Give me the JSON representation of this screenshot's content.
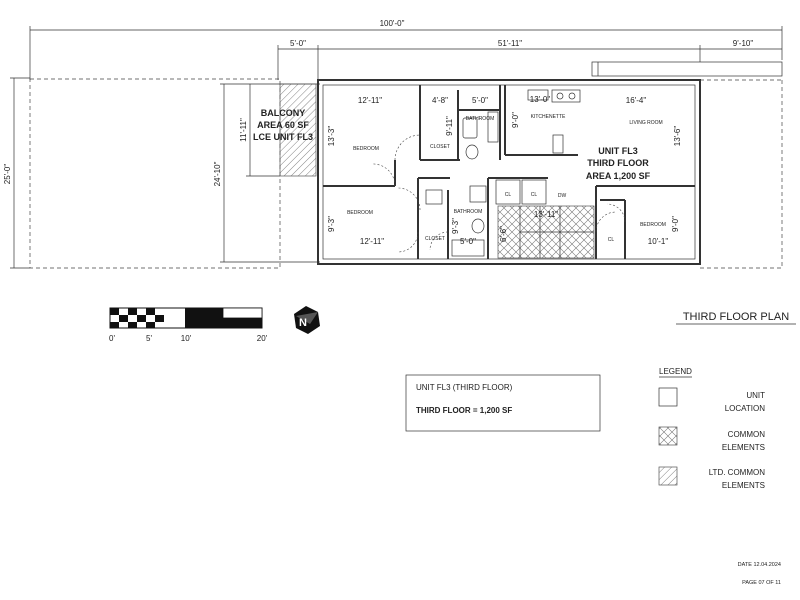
{
  "overall_dims": {
    "total_width": "100'-0\"",
    "front_setback": "5'-0\"",
    "building_length": "51'-11\"",
    "rear_yard": "9'-10\"",
    "lot_depth": "25'-0\"",
    "building_depth": "24'-10\"",
    "balcony_depth": "11'-11\""
  },
  "balcony": {
    "line1": "BALCONY",
    "line2": "AREA 60 SF",
    "line3": "LCE UNIT FL3"
  },
  "rooms": {
    "bedroom_top": "BEDROOM",
    "bedroom_bottom_left": "BEDROOM",
    "bedroom_right": "BEDROOM",
    "closet_top": "CLOSET",
    "closet_bottom": "CLOSET",
    "bathroom_top": "BATHROOM",
    "bathroom_bottom": "BATHROOM",
    "kitchenette": "KITCHENETTE",
    "living_room": "LIVING ROOM",
    "cl1": "CL",
    "cl2": "CL",
    "cl3": "CL",
    "dw": "DW"
  },
  "room_dims": {
    "bed_top_w": "12'-11\"",
    "bed_top_h": "13'-3\"",
    "closet_w": "4'-8\"",
    "closet_h": "9'-11\"",
    "bath_top_w": "5'-0\"",
    "kitchen_h": "9'-0\"",
    "kitchen_w": "13'-0\"",
    "living_w": "16'-4\"",
    "living_h": "13'-6\"",
    "bed_bl_w": "12'-11\"",
    "bed_bl_h": "9'-3\"",
    "bath_bottom_h": "9'-3\"",
    "bath_bottom_w": "5'-0\"",
    "stair_w": "13'-11\"",
    "stair_h": "6'-6\"",
    "bed_right_w": "10'-1\"",
    "bed_right_h": "9'-0\""
  },
  "unit_label": {
    "line1": "UNIT FL3",
    "line2": "THIRD FLOOR",
    "line3": "AREA 1,200 SF"
  },
  "scale": {
    "t0": "0'",
    "t5": "5'",
    "t10": "10'",
    "t20": "20'"
  },
  "north_label": "N",
  "plan_title": "THIRD  FLOOR PLAN",
  "info_box": {
    "line1": "UNIT FL3  (THIRD FLOOR)",
    "line2": "THIRD FLOOR = 1,200 SF"
  },
  "legend": {
    "title": "LEGEND",
    "item1_l1": "UNIT",
    "item1_l2": "LOCATION",
    "item2_l1": "COMMON",
    "item2_l2": "ELEMENTS",
    "item3_l1": "LTD. COMMON",
    "item3_l2": "ELEMENTS"
  },
  "date": "DATE 12.04.2024",
  "page": "PAGE 07 OF 11"
}
